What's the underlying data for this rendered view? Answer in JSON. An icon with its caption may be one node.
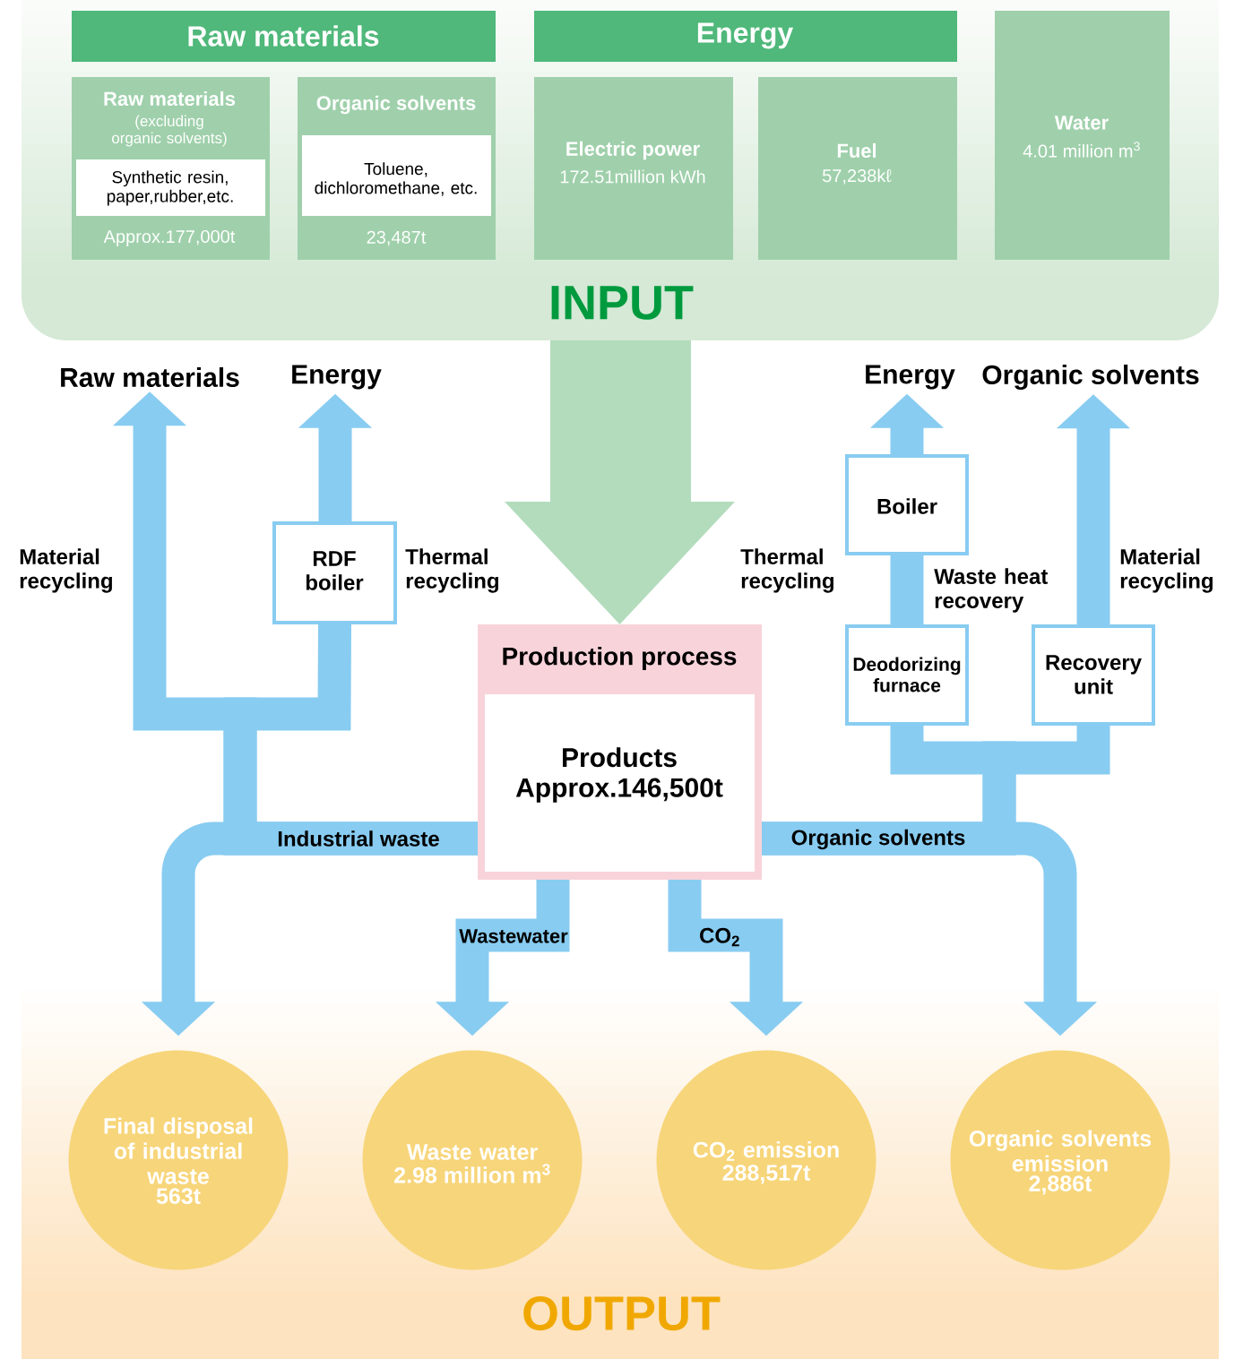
{
  "diagram": {
    "nodes": [
      {
        "text": [
          "INPUT"
        ]
      },
      {
        "text": [
          "Raw materials"
        ],
        "in": 0
      },
      {
        "text": [
          "Energy"
        ],
        "in": 0
      },
      {
        "text": [
          "Raw materials",
          "(excluding organic solvents)",
          "Approx.177,000t"
        ],
        "in": 0
      },
      {
        "text": [
          "Synthetic resin, paper,rubber,etc."
        ],
        "in": 3
      },
      {
        "text": [
          "Organic solvents",
          "23,487t"
        ],
        "in": 0
      },
      {
        "text": [
          "Toluene, dichloromethane, etc."
        ],
        "in": 5
      },
      {
        "text": [
          "Electric power",
          "172.51million kWh"
        ],
        "in": 0
      },
      {
        "text": [
          "Fuel",
          "57,238kℓ"
        ],
        "in": 0
      },
      {
        "text": [
          "Water",
          "4.01 million m$^{3}$"
        ],
        "in": 0
      },
      {
        "text": [
          "Raw materials"
        ]
      },
      {
        "text": [
          "Energy"
        ]
      },
      {
        "text": [
          "RDF boiler"
        ],
        "beside": [
          "Thermal recycling"
        ]
      },
      {
        "text": [
          "Production process"
        ]
      },
      {
        "text": [
          "Products Approx.146,500t"
        ],
        "in": 13
      },
      {
        "text": [
          "Energy"
        ]
      },
      {
        "text": [
          "Organic solvents"
        ]
      },
      {
        "text": [
          "Boiler"
        ]
      },
      {
        "text": [
          "Deodorizing furnace"
        ]
      },
      {
        "text": [
          "Recovery unit"
        ]
      },
      {
        "text": [
          "OUTPUT"
        ]
      },
      {
        "text": [
          "Final disposal of industrial waste",
          "563t"
        ],
        "in": 20
      },
      {
        "text": [
          "Waste water",
          "2.98 million m$^{3}$"
        ],
        "in": 20
      },
      {
        "text": [
          "CO$_{2}$ emission",
          "288,517t"
        ],
        "in": 20
      },
      {
        "text": [
          "Organic solvents emission",
          "2,886t"
        ],
        "in": 20
      }
    ],
    "edges": [
      {
        "from": 0,
        "to": 13,
        "arrow": "to",
        "style": "thick",
        "color": "#b3dcbd"
      },
      {
        "from": 13,
        "to": 21,
        "arrow": "to",
        "label": "Industrial waste"
      },
      {
        "from": 13,
        "to": 10,
        "arrow": "to"
      },
      {
        "from": 13,
        "to": 12,
        "arrow": "none"
      },
      {
        "from": 12,
        "to": 11,
        "arrow": "to"
      },
      {
        "from": 13,
        "to": 22,
        "arrow": "to",
        "label": "Wastewater"
      },
      {
        "from": 13,
        "to": 23,
        "arrow": "to",
        "label": "CO$_{2}$"
      },
      {
        "from": 13,
        "to": 24,
        "arrow": "to",
        "label": "Organic solvents"
      },
      {
        "from": 13,
        "to": 18,
        "arrow": "none"
      },
      {
        "from": 13,
        "to": 19,
        "arrow": "none"
      },
      {
        "from": 18,
        "to": 17,
        "arrow": "none"
      },
      {
        "from": 17,
        "to": 15,
        "arrow": "to"
      },
      {
        "from": 19,
        "to": 16,
        "arrow": "to"
      }
    ],
    "labels": [
      "Material recycling",
      "Thermal recycling",
      "Waste heat recovery",
      "Material recycling"
    ]
  }
}
